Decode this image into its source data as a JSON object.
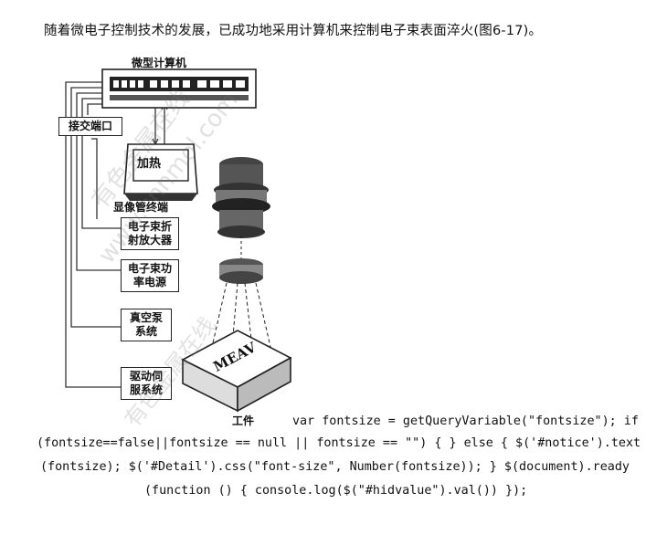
{
  "intro_text": "随着微电子控制技术的发展，已成功地采用计算机来控制电子束表面淬火(图6-17)。",
  "figure": {
    "computer_label": "微型计算机",
    "interface_label": "接交端口",
    "heat_label": "加热",
    "terminal_label": "显像管终端",
    "deflection_amp": [
      "电子束折",
      "射放大器"
    ],
    "power_supply": [
      "电子束功",
      "率电源"
    ],
    "vacuum": [
      "真空泵",
      "系统"
    ],
    "servo": [
      "驱动伺",
      "服系统"
    ],
    "meav_label": "MEAV",
    "workpiece_label": "工件",
    "watermark_cn": "有色金属在线",
    "watermark_url": "www.cnnmol.com"
  },
  "code_lines": [
    "var fontsize = getQueryVariable(\"fontsize\"); if",
    "(fontsize==false||fontsize == null || fontsize == \"\") { } else { $('#notice').text",
    "(fontsize); $('#Detail').css(\"font-size\", Number(fontsize)); } $(document).ready",
    "(function () { console.log($(\"#hidvalue\").val()) });"
  ]
}
